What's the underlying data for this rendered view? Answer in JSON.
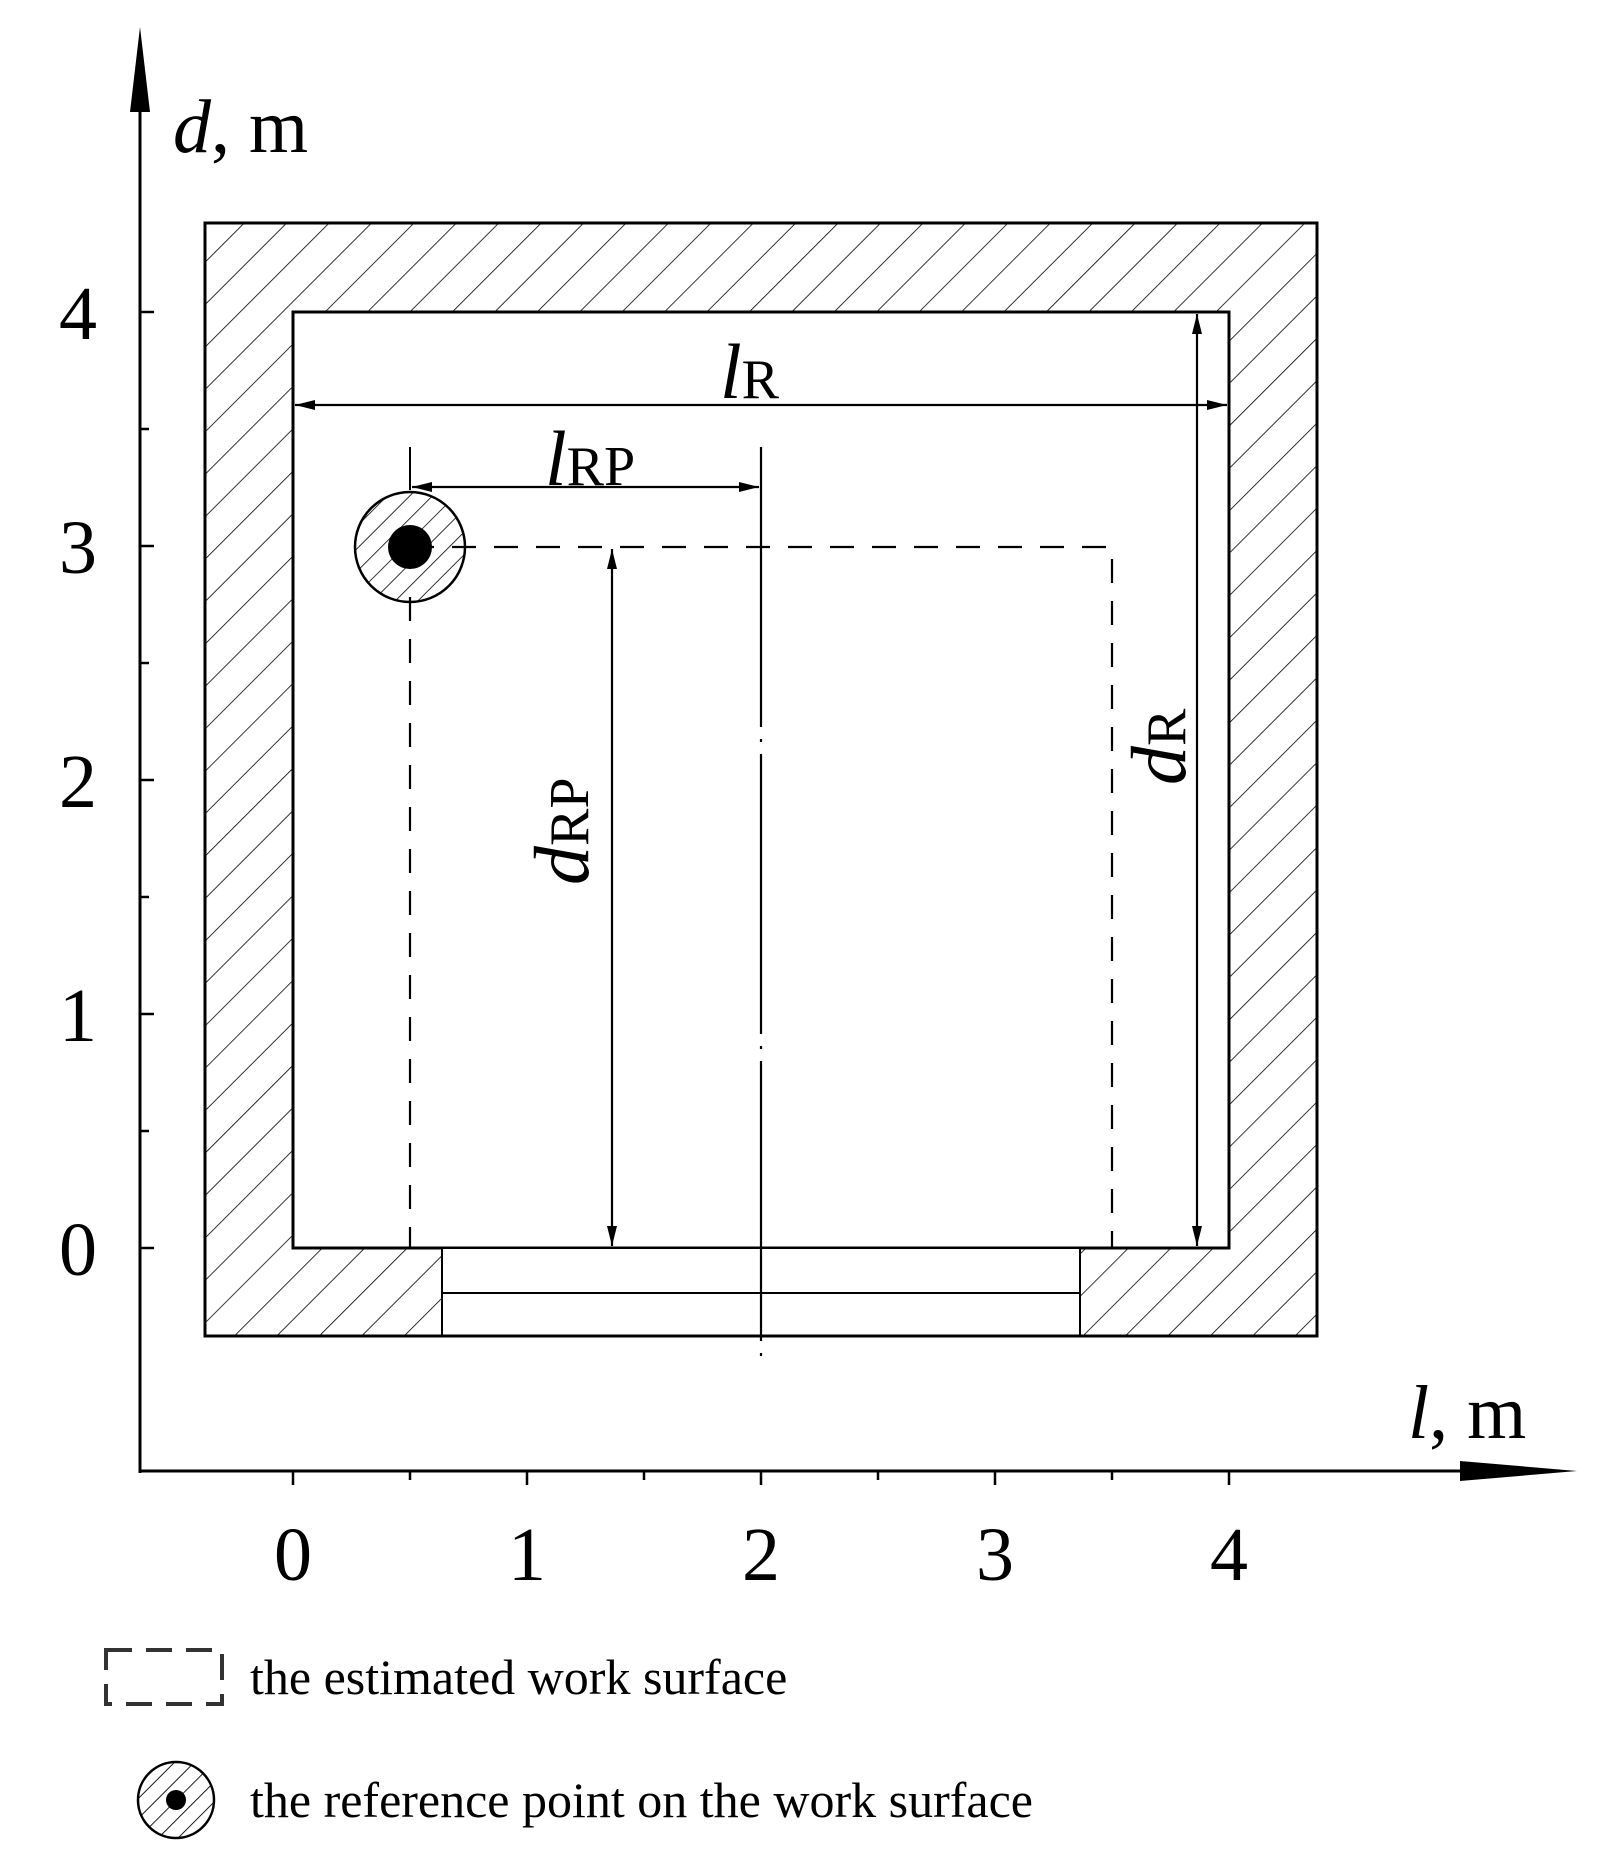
{
  "axes": {
    "x": {
      "label_var": "l",
      "label_unit": ", m",
      "ticks": [
        "0",
        "1",
        "2",
        "3",
        "4"
      ]
    },
    "y": {
      "label_var": "d",
      "label_unit": ", m",
      "ticks": [
        "0",
        "1",
        "2",
        "3",
        "4"
      ]
    }
  },
  "dimensions": {
    "lR": {
      "var": "l",
      "sub": "R"
    },
    "lRP": {
      "var": "l",
      "sub": "RP"
    },
    "dRP": {
      "var": "d",
      "sub": "RP"
    },
    "dR": {
      "var": "d",
      "sub": "R"
    }
  },
  "room": {
    "length": 4,
    "depth": 4
  },
  "reference_point": {
    "l": 0.5,
    "d": 3
  },
  "work_surface": {
    "l_min": 0.5,
    "l_max": 3.5,
    "d_min": 0,
    "d_max": 3
  },
  "legend": [
    {
      "icon": "dashed-rectangle-icon",
      "text": "the estimated work surface"
    },
    {
      "icon": "hatched-circle-icon",
      "text": "the reference point on the work surface"
    }
  ]
}
